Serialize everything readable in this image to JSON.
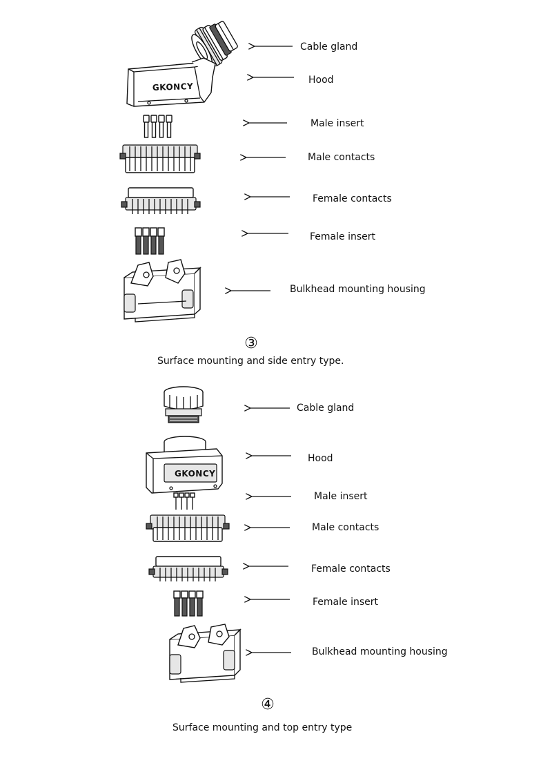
{
  "assembly_3": {
    "labels": {
      "cable_gland": "Cable gland",
      "hood": "Hood",
      "male_insert": "Male insert",
      "male_contacts": "Male contacts",
      "female_contacts": "Female contacts",
      "female_insert": "Female insert",
      "bulkhead_housing": "Bulkhead mounting housing"
    },
    "hood_brand": "GKONCY",
    "number": "③",
    "caption": "Surface mounting and side entry type."
  },
  "assembly_4": {
    "labels": {
      "cable_gland": "Cable gland",
      "hood": "Hood",
      "male_insert": "Male insert",
      "male_contacts": "Male contacts",
      "female_contacts": "Female contacts",
      "female_insert": "Female insert",
      "bulkhead_housing": "Bulkhead mounting housing"
    },
    "hood_brand": "GKONCY",
    "number": "④",
    "caption": "Surface mounting and top entry type"
  }
}
